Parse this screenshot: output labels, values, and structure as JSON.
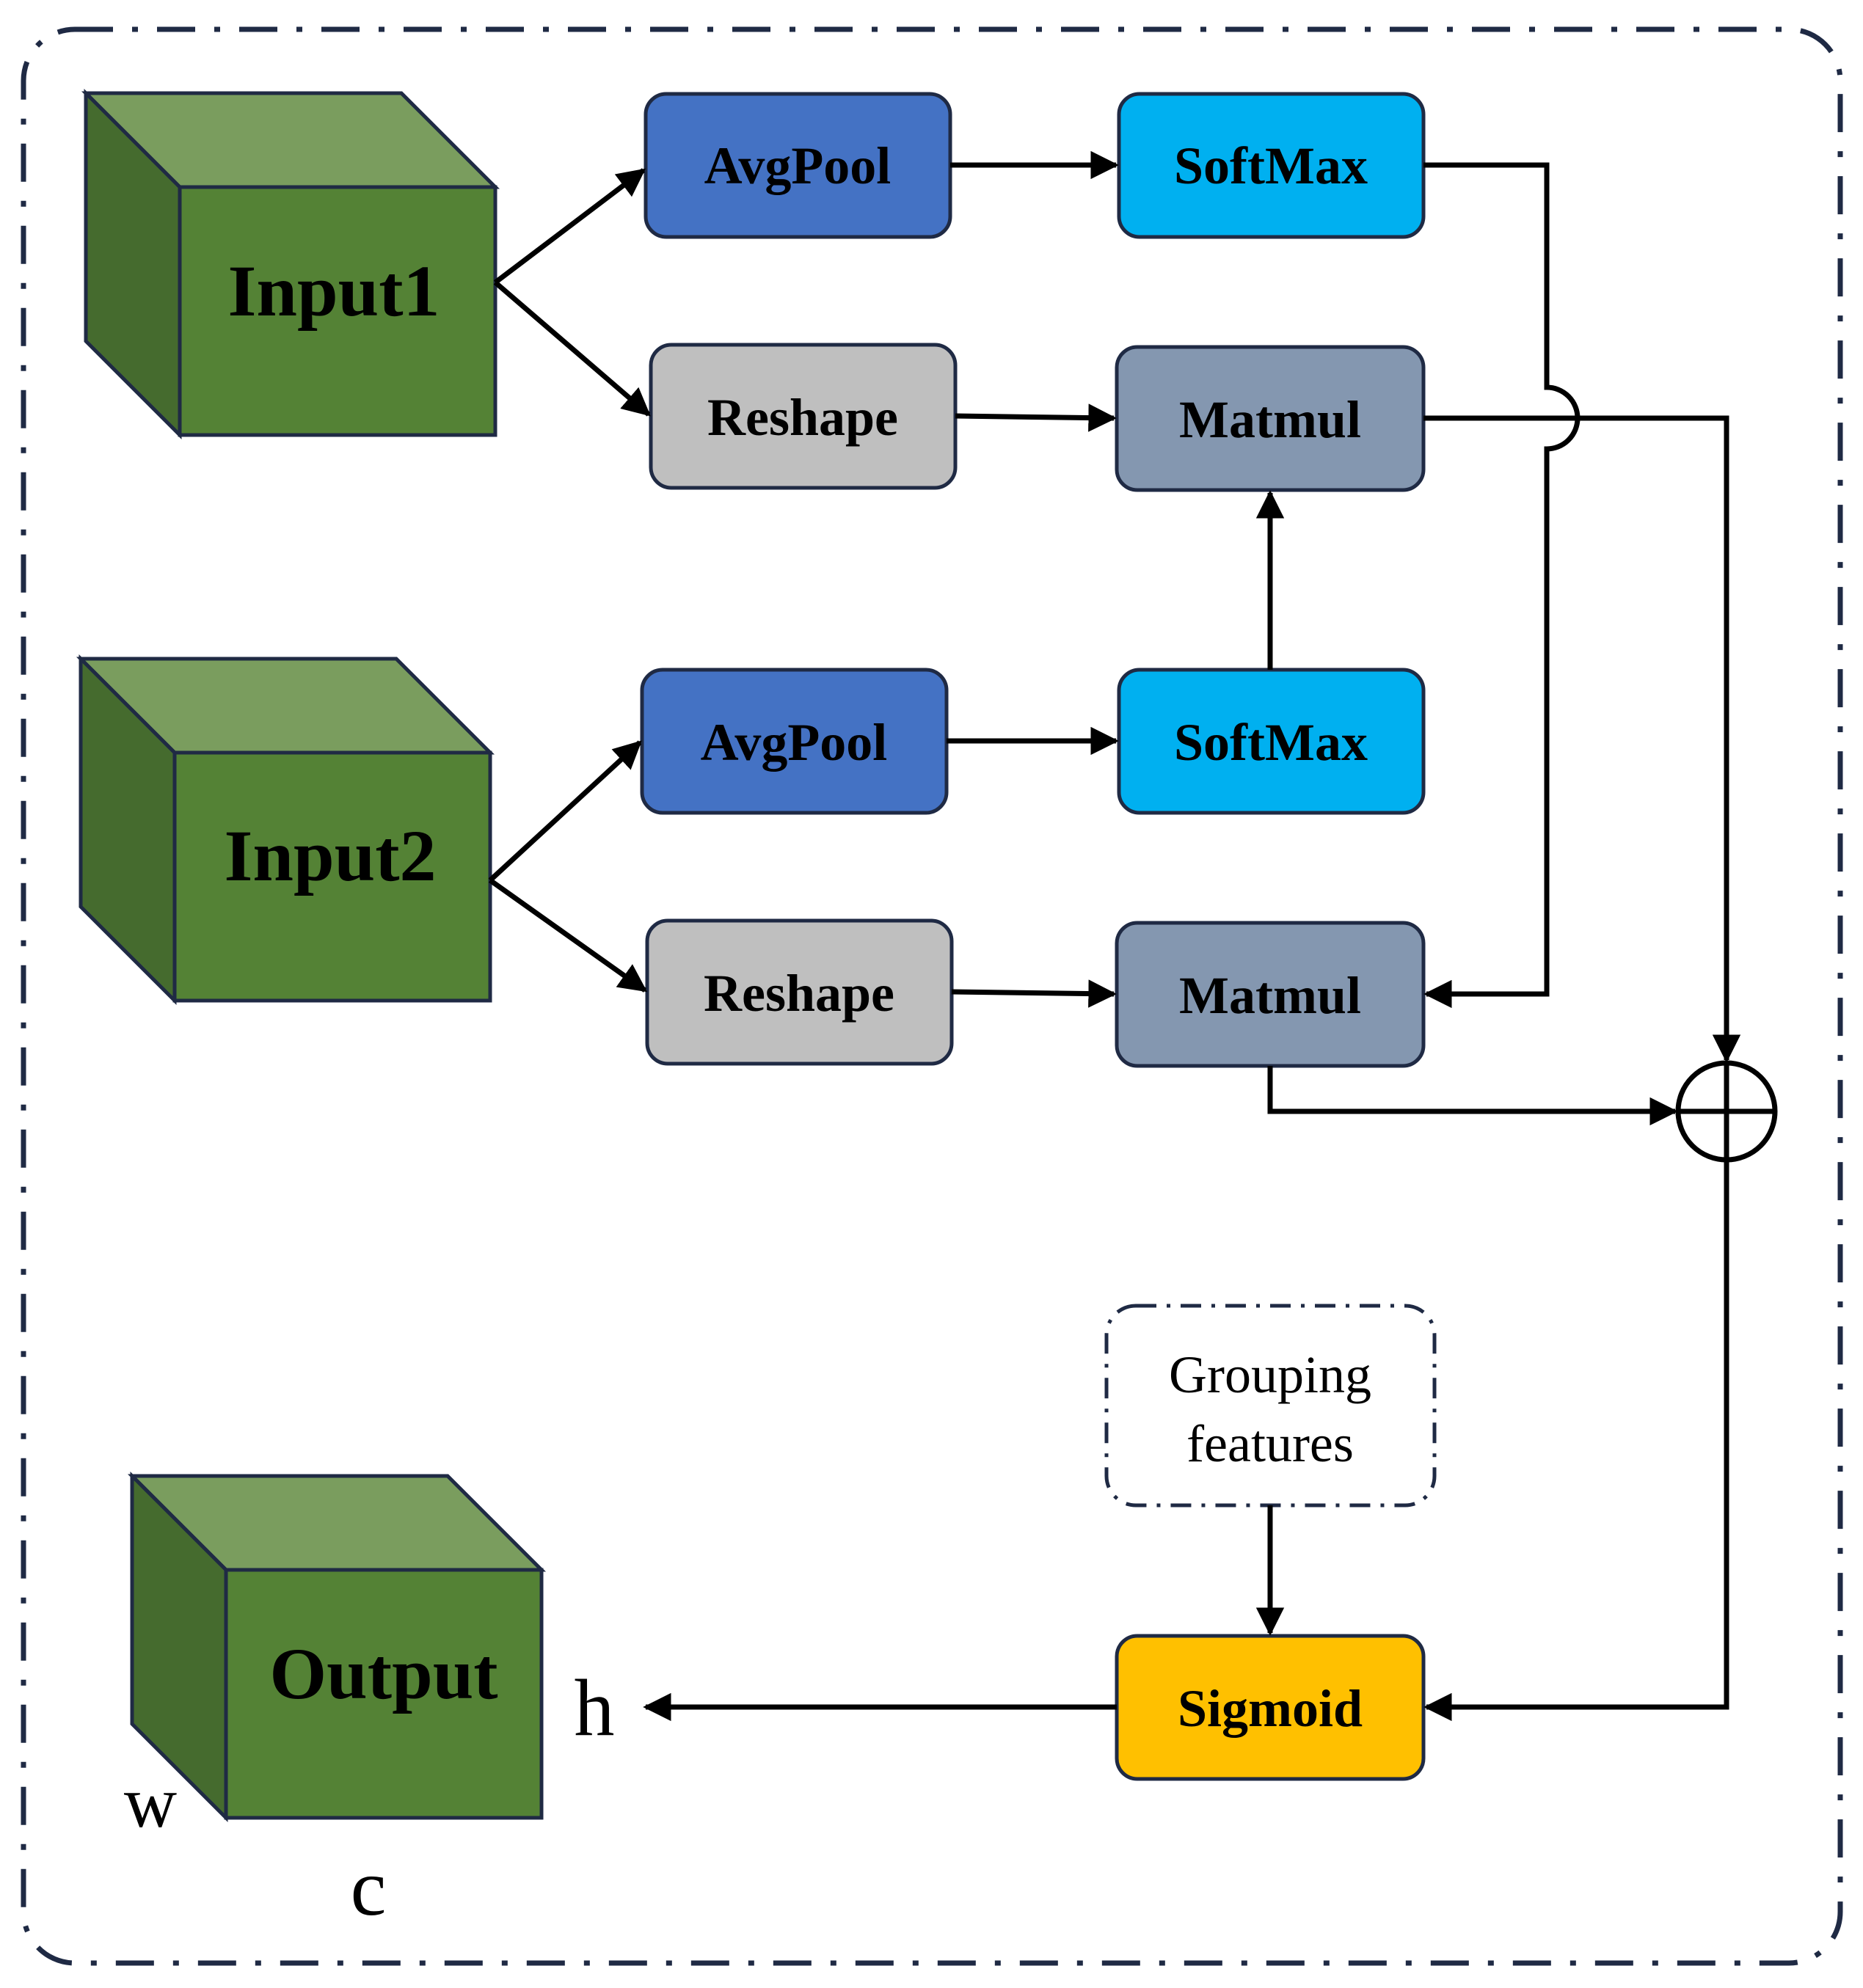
{
  "colors": {
    "cube_front": "#548235",
    "cube_top": "#7a9d5e",
    "cube_side": "#456b2e",
    "avgpool": "#4472c4",
    "softmax": "#00b0f0",
    "reshape": "#bfbfbf",
    "matmul": "#8497b0",
    "sigmoid": "#ffc000",
    "stroke": "#1f2a44",
    "frame": "#1f2a44"
  },
  "inputs": [
    {
      "label": "Input1"
    },
    {
      "label": "Input2"
    }
  ],
  "output": {
    "label": "Output"
  },
  "branch1": {
    "avgpool": "AvgPool",
    "softmax": "SoftMax",
    "reshape": "Reshape",
    "matmul": "Matmul"
  },
  "branch2": {
    "avgpool": "AvgPool",
    "softmax": "SoftMax",
    "reshape": "Reshape",
    "matmul": "Matmul"
  },
  "sigmoid": "Sigmoid",
  "grouping": {
    "line1": "Grouping",
    "line2": "features"
  },
  "dims": {
    "h": "h",
    "w": "w",
    "c": "c"
  },
  "operator": "add-circle"
}
